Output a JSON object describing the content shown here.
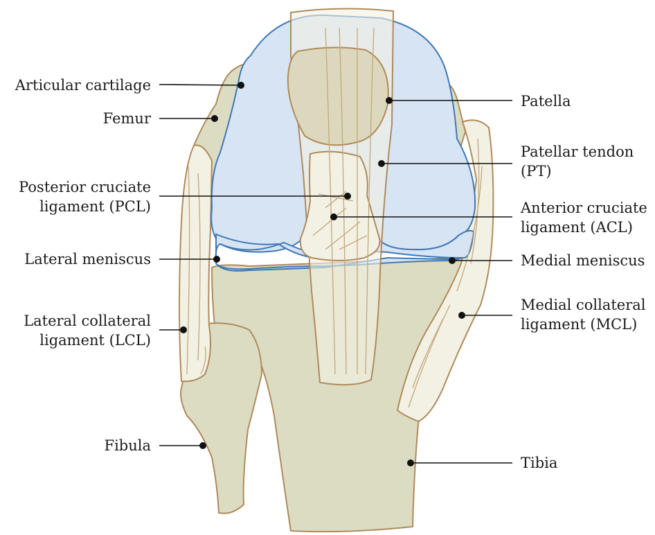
{
  "colors": {
    "bone_fill": "#dcdcc2",
    "bone_stroke": "#b08a5c",
    "ligament_fill": "#f2f1e3",
    "cartilage_fill": "#d6e4f4",
    "cartilage_stroke": "#3f78b5",
    "leader": "#111111"
  },
  "labels": {
    "articular_cartilage": "Articular cartilage",
    "femur": "Femur",
    "pcl_line1": "Posterior cruciate",
    "pcl_line2": "ligament (PCL)",
    "lateral_meniscus": "Lateral meniscus",
    "lcl_line1": "Lateral collateral",
    "lcl_line2": "ligament (LCL)",
    "fibula": "Fibula",
    "patella": "Patella",
    "pt_line1": "Patellar tendon",
    "pt_line2": "(PT)",
    "acl_line1": "Anterior cruciate",
    "acl_line2": "ligament (ACL)",
    "medial_meniscus": "Medial meniscus",
    "mcl_line1": "Medial collateral",
    "mcl_line2": "ligament (MCL)",
    "tibia": "Tibia"
  }
}
